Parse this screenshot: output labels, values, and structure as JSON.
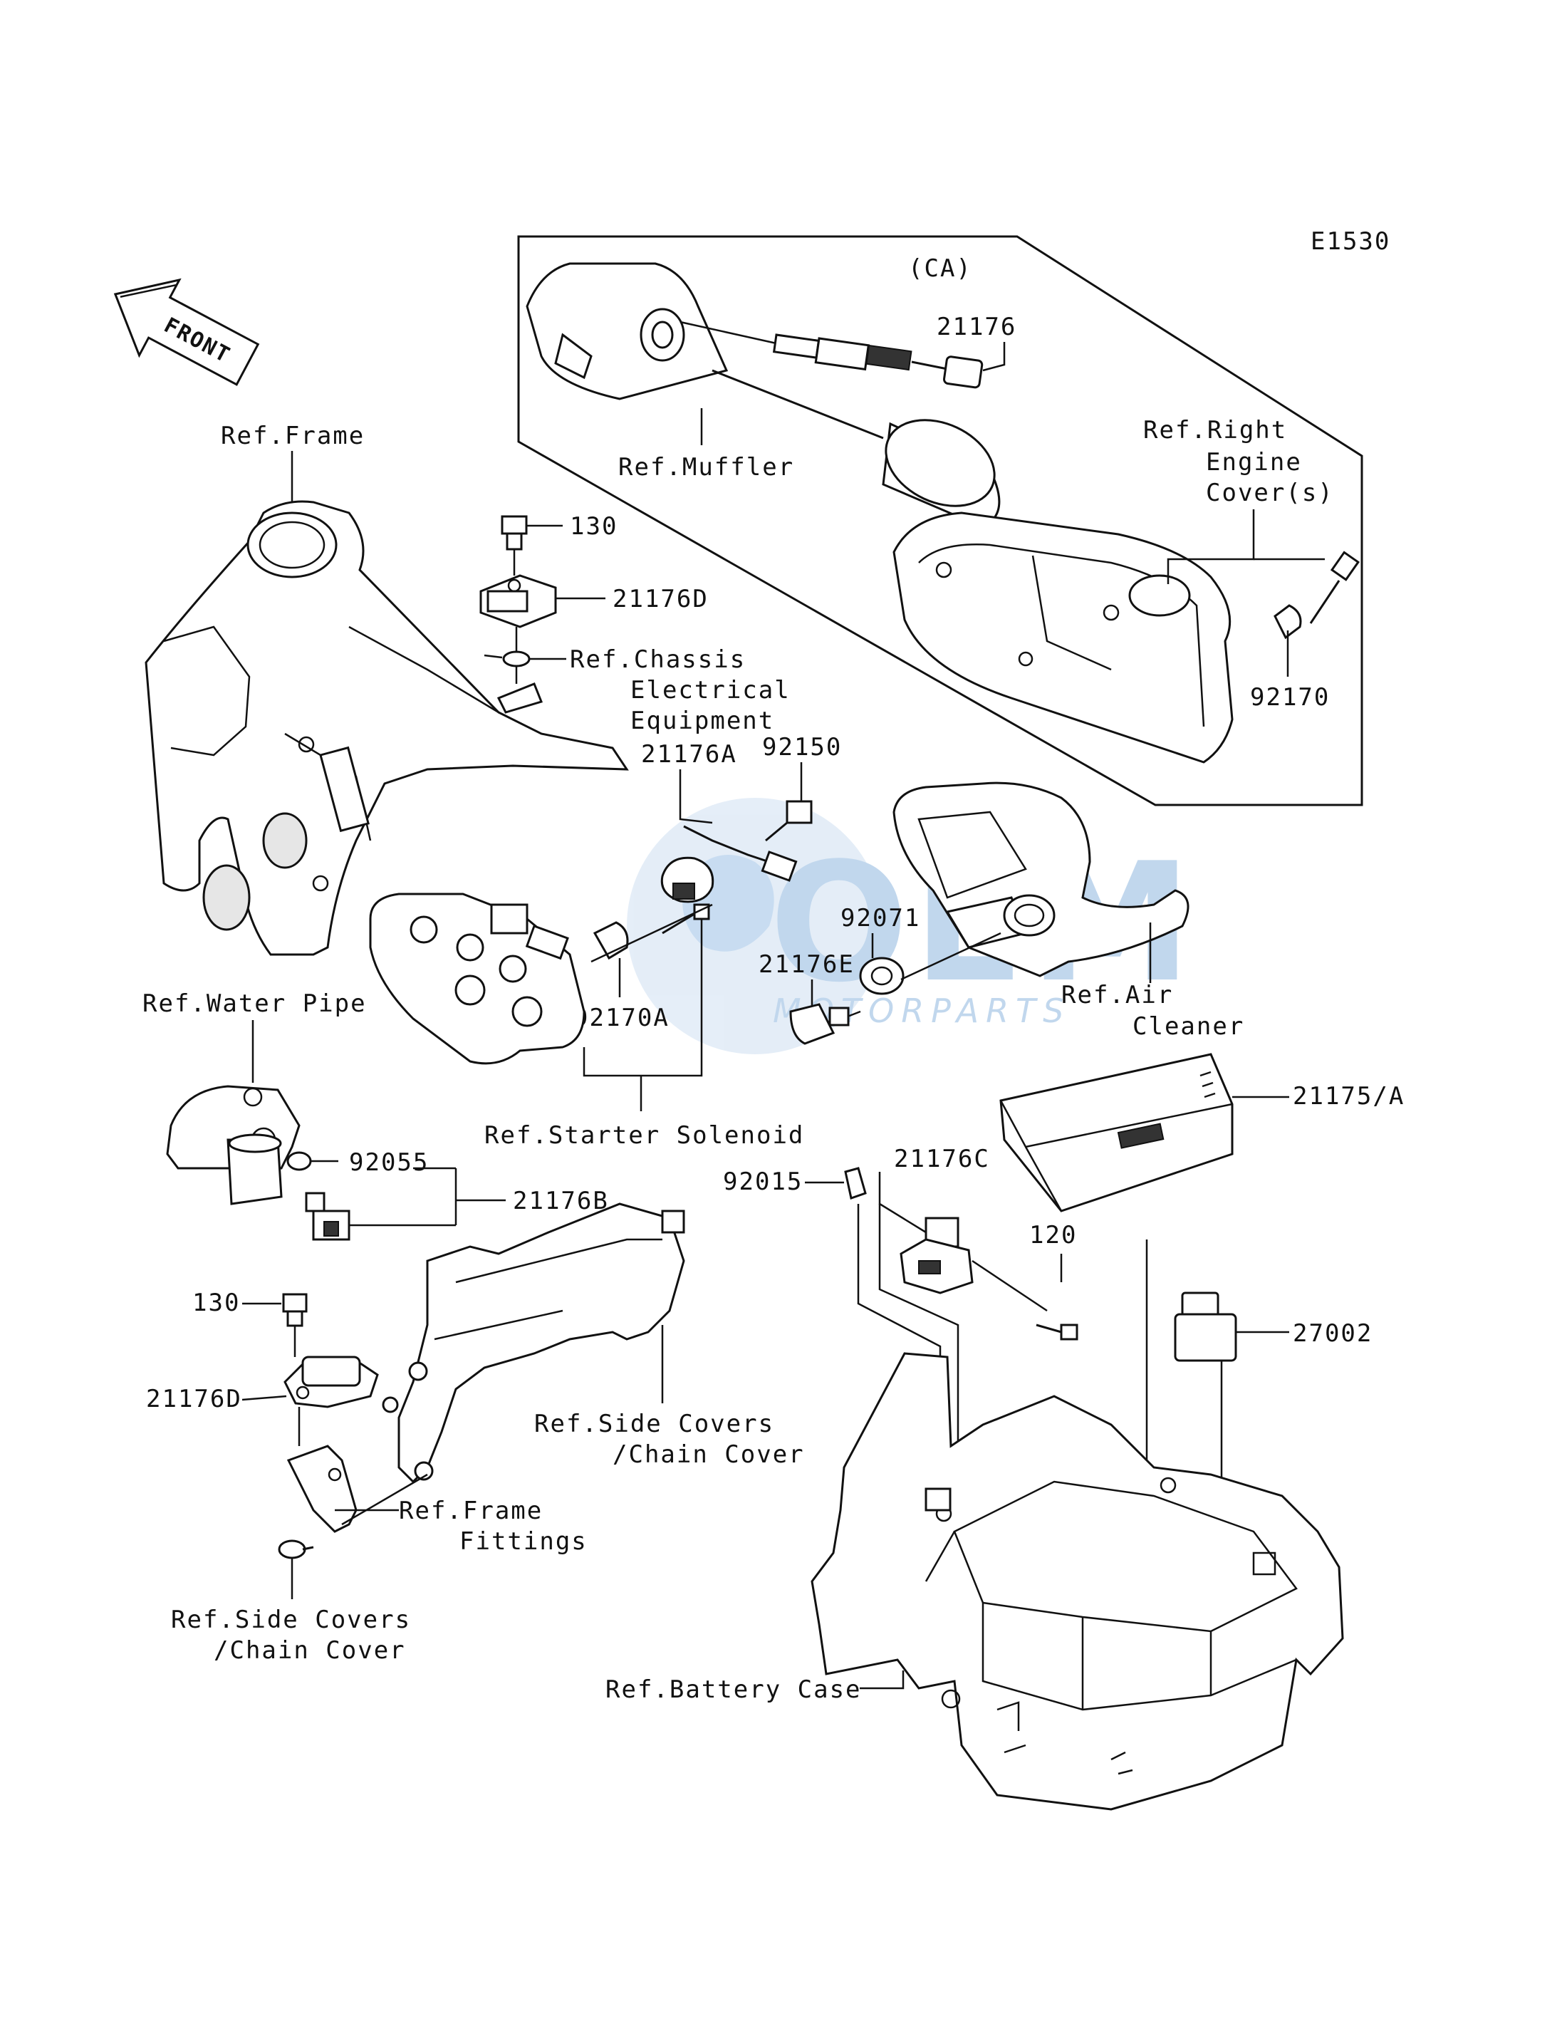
{
  "diagram_code": "E1530",
  "front_label": "FRONT",
  "ca_label": "(CA)",
  "watermark": {
    "brand": "OEM",
    "sub": "MOTORPARTS",
    "color": "#8fb8e0"
  },
  "part_numbers": {
    "p21176": "21176",
    "p130a": "130",
    "p21176D_a": "21176D",
    "p21176A": "21176A",
    "p92150": "92150",
    "p92170": "92170",
    "p92071": "92071",
    "p21176E": "21176E",
    "p92170A": "92170A",
    "p92055": "92055",
    "p21176B": "21176B",
    "p21175A": "21175/A",
    "p92015": "92015",
    "p21176C": "21176C",
    "p120": "120",
    "p27002": "27002",
    "p130b": "130",
    "p21176D_b": "21176D"
  },
  "refs": {
    "frame": "Ref.Frame",
    "muffler": "Ref.Muffler",
    "right_engine_cover": [
      "Ref.Right",
      "Engine",
      "Cover(s)"
    ],
    "chassis_electrical": [
      "Ref.Chassis",
      "Electrical",
      "Equipment"
    ],
    "water_pipe": "Ref.Water Pipe",
    "air_cleaner": [
      "Ref.Air",
      "Cleaner"
    ],
    "starter_solenoid": "Ref.Starter Solenoid",
    "side_covers_a": [
      "Ref.Side Covers",
      "/Chain Cover"
    ],
    "frame_fittings": [
      "Ref.Frame",
      "Fittings"
    ],
    "side_covers_b": [
      "Ref.Side Covers",
      "/Chain Cover"
    ],
    "battery_case": "Ref.Battery Case"
  }
}
